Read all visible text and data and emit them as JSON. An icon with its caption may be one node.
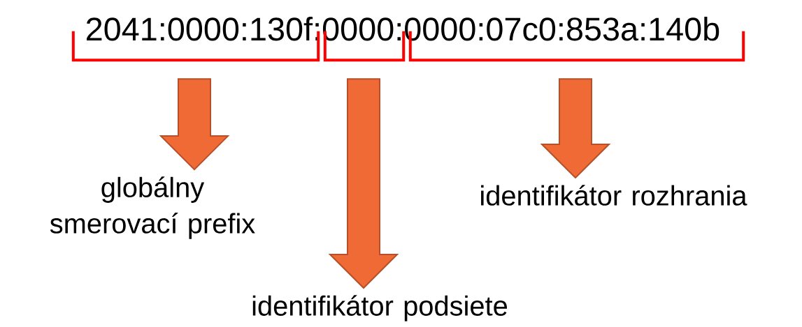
{
  "diagram": {
    "nodes": [
      {
        "text": [],
        "shape": "bracket"
      },
      {
        "text": [],
        "shape": "bracket"
      },
      {
        "text": [],
        "shape": "bracket"
      },
      {
        "text": [
          "globálny smerovací prefix"
        ]
      },
      {
        "text": [
          "identifikátor rozhrania"
        ]
      },
      {
        "text": [
          "identifikátor podsiete"
        ]
      }
    ],
    "edges": [
      {
        "from": 0,
        "to": 3,
        "arrow": "to"
      },
      {
        "from": 1,
        "to": 5,
        "arrow": "to"
      },
      {
        "from": 2,
        "to": 4,
        "arrow": "to"
      }
    ],
    "labels": [
      "2041:0000:130f:0000:0000:07c0:853a:140b"
    ]
  }
}
